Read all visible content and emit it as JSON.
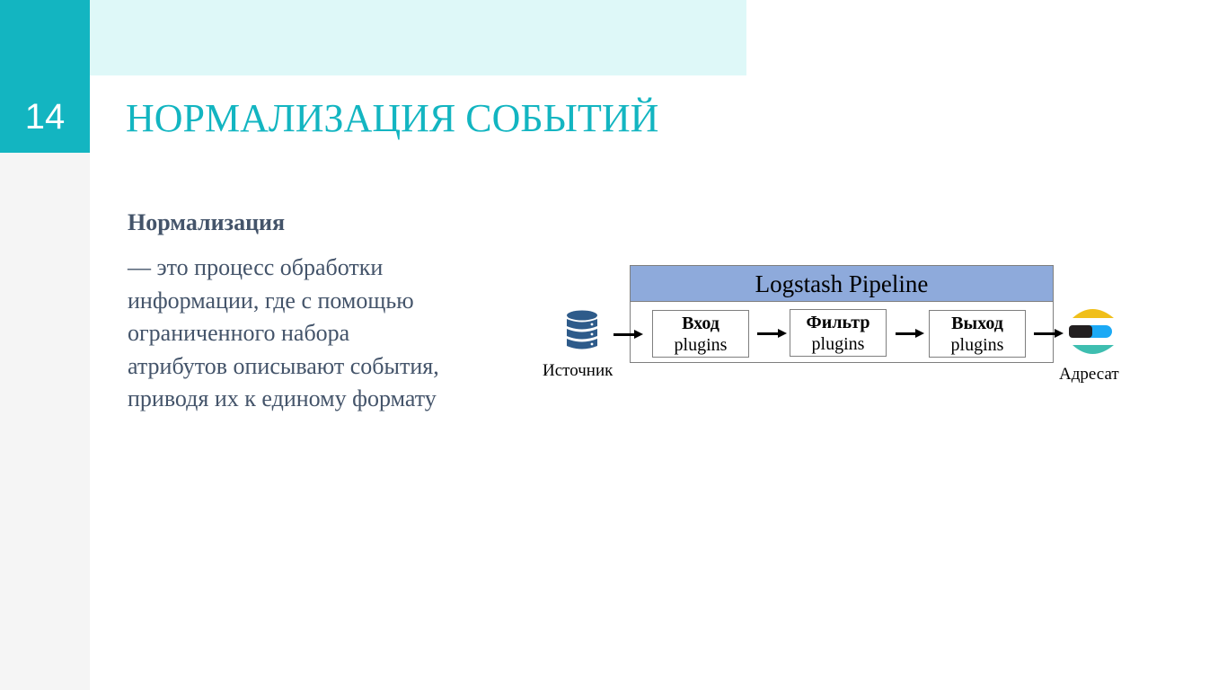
{
  "slide": {
    "number": "14",
    "title": "НОРМАЛИЗАЦИЯ СОБЫТИЙ"
  },
  "content": {
    "term": "Нормализация",
    "definition_lines": [
      " — это процесс обработки",
      "информации, где с помощью",
      "ограниченного набора",
      "атрибутов описывают события,",
      "приводя их к единому формату"
    ]
  },
  "diagram": {
    "pipeline_title": "Logstash Pipeline",
    "source_label": "Источник",
    "destination_label": "Адресат",
    "stages": [
      {
        "name": "Вход",
        "sub": "plugins"
      },
      {
        "name": "Фильтр",
        "sub": "plugins"
      },
      {
        "name": "Выход",
        "sub": "plugins"
      }
    ],
    "colors": {
      "accent": "#13b5c1",
      "pipeline_header": "#8eaadb",
      "database_icon": "#2e5b8a",
      "elastic_yellow": "#f0bf1a",
      "elastic_blue": "#1ba9f5",
      "elastic_teal": "#3ebeb0",
      "elastic_dark": "#231f20"
    }
  }
}
